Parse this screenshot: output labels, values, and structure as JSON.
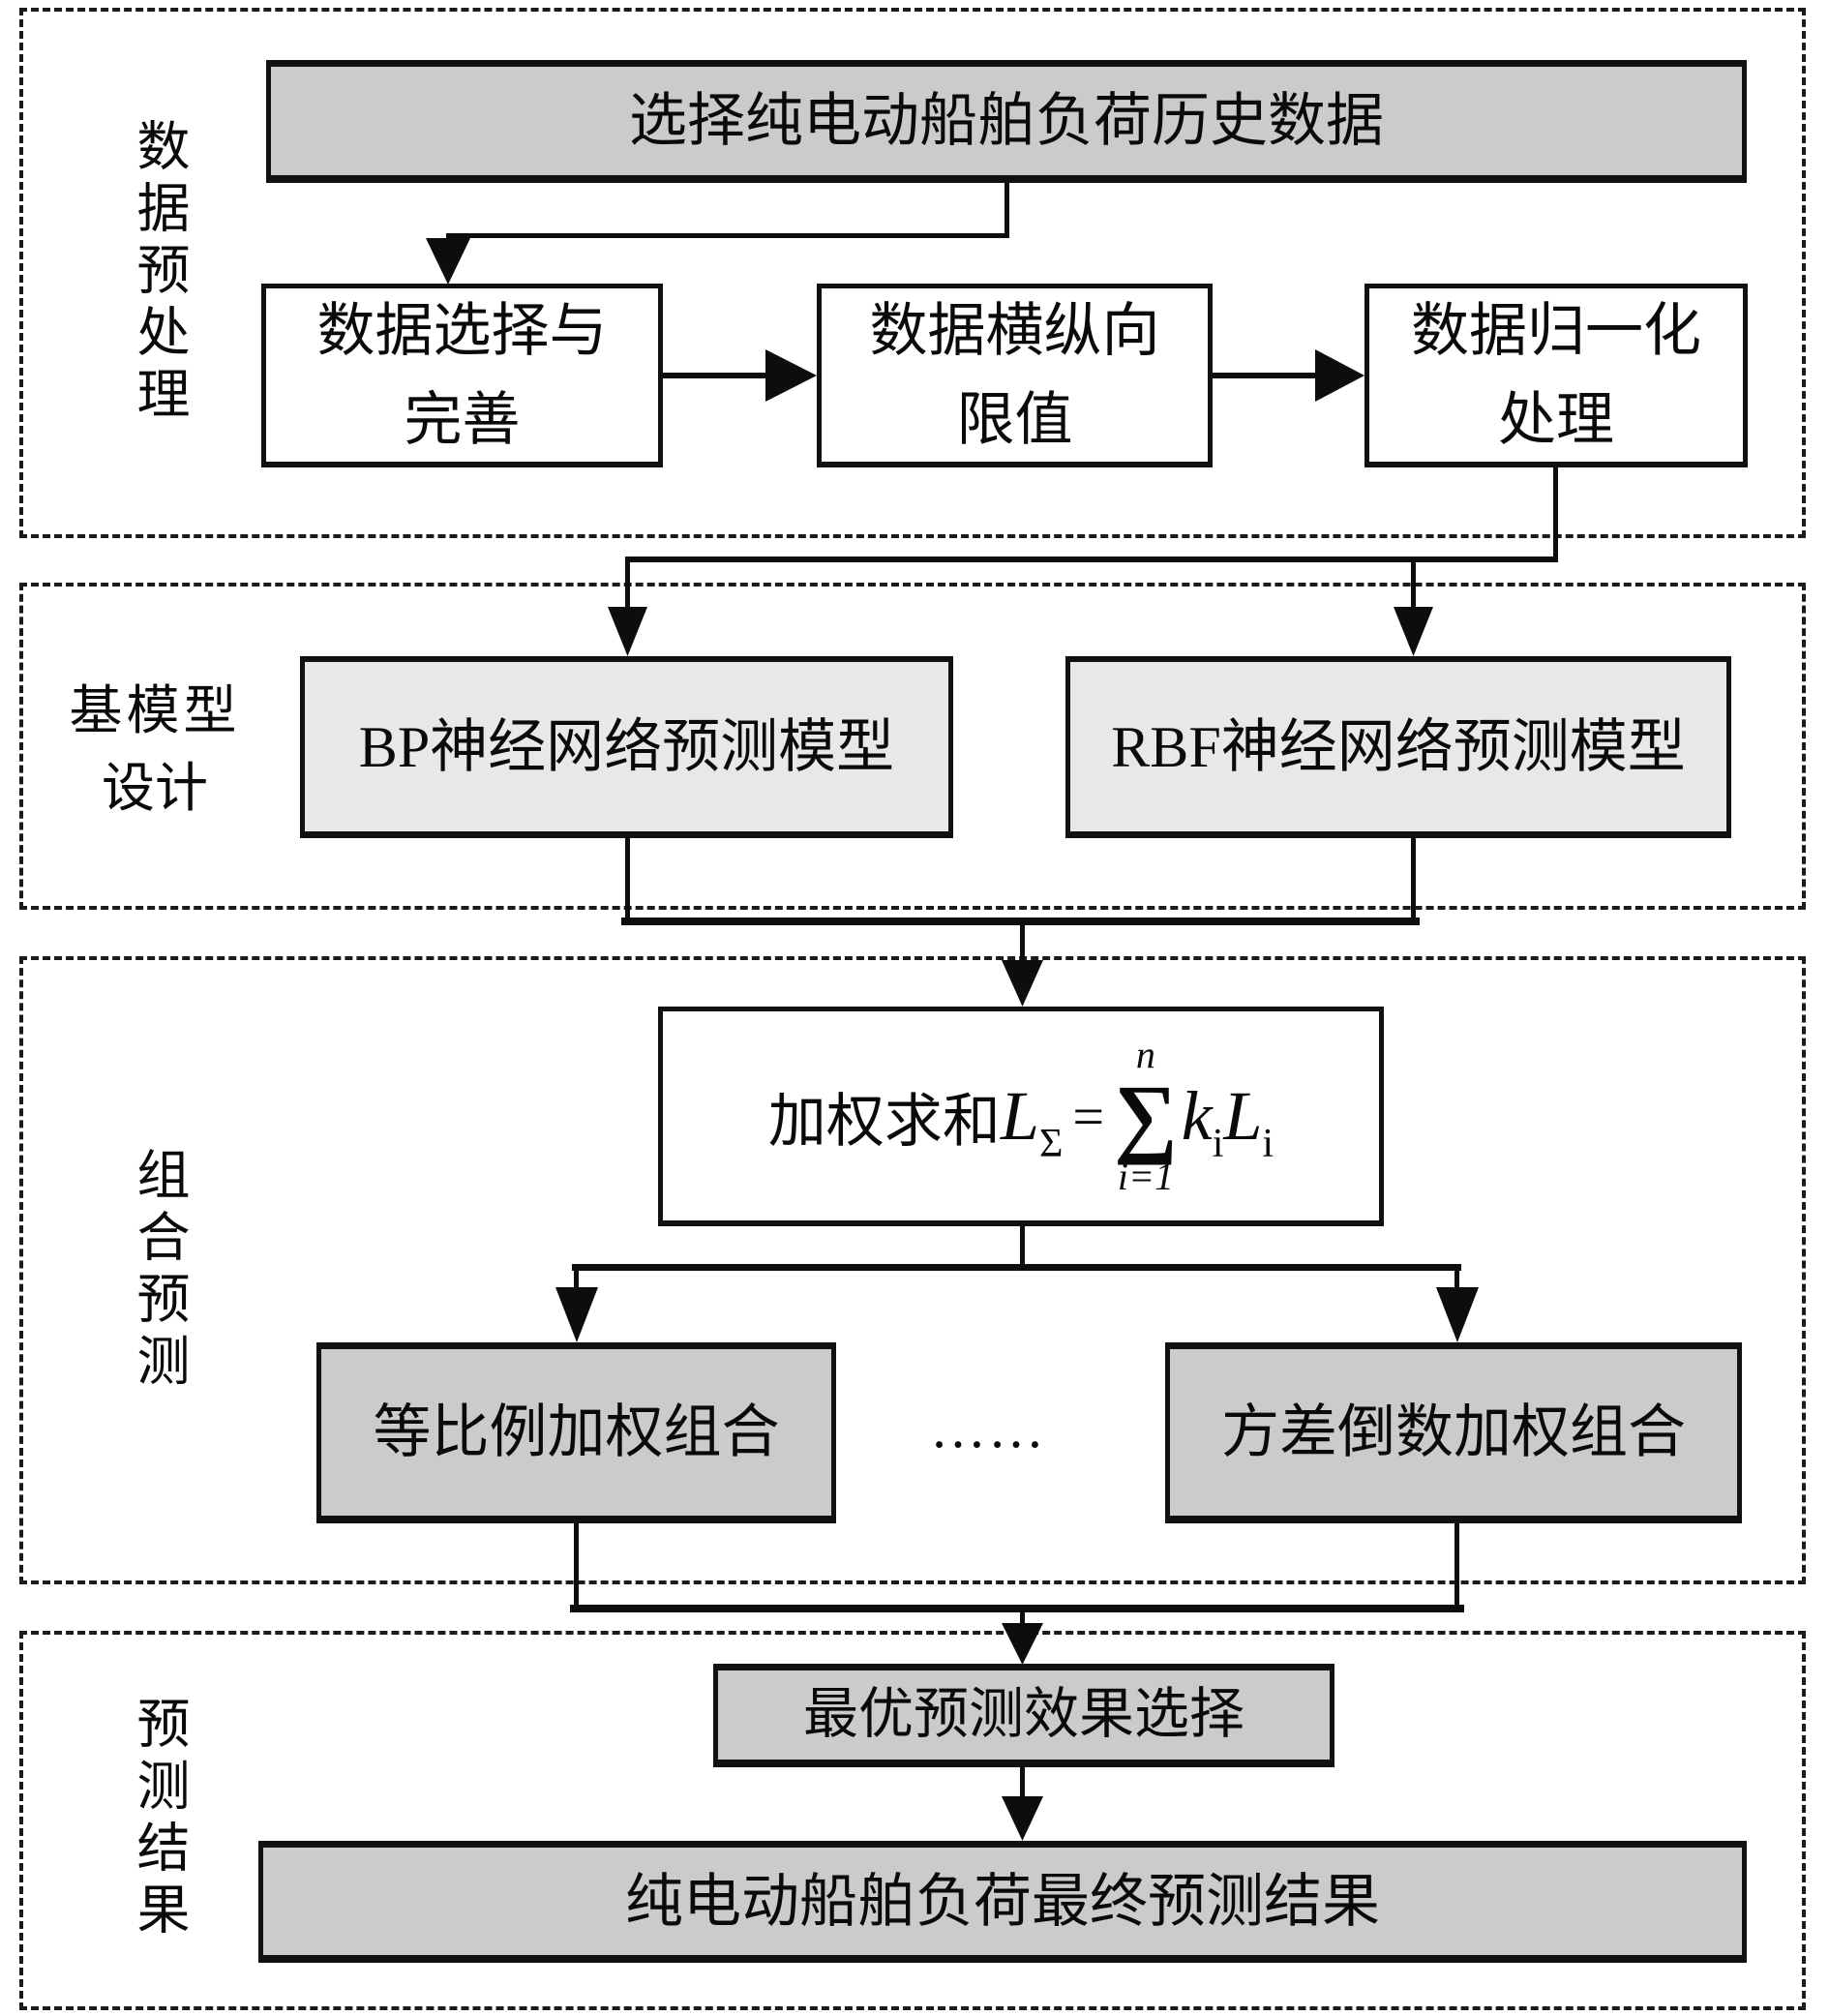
{
  "labels": {
    "s1": "数据预处理",
    "s2_line1": "基模型",
    "s2_line2": "设计",
    "s3": "组合预测",
    "s4": "预测结果"
  },
  "boxes": {
    "source": "选择纯电动船舶负荷历史数据",
    "select_l1": "数据选择与",
    "select_l2": "完善",
    "limit_l1": "数据横纵向",
    "limit_l2": "限值",
    "normalize_l1": "数据归一化",
    "normalize_l2": "处理",
    "bp": "BP神经网络预测模型",
    "rbf": "RBF神经网络预测模型",
    "combo_left": "等比例加权组合",
    "ellipsis": "……",
    "combo_right": "方差倒数加权组合",
    "optimal": "最优预测效果选择",
    "final": "纯电动船舶负荷最终预测结果"
  },
  "formula": {
    "prefix": "加权求和",
    "lhs_base": "L",
    "lhs_sub": "Σ",
    "equals": "=",
    "sum_upper": "n",
    "sum_symbol": "∑",
    "sum_lower": "i=1",
    "k_base": "k",
    "k_sub": "i",
    "l_base": "L",
    "l_sub": "i"
  },
  "colors": {
    "box_gray": "#cbcbcb",
    "box_light_gray": "#e8e8e8",
    "box_white": "#ffffff",
    "line_black": "#0d0d0d"
  }
}
